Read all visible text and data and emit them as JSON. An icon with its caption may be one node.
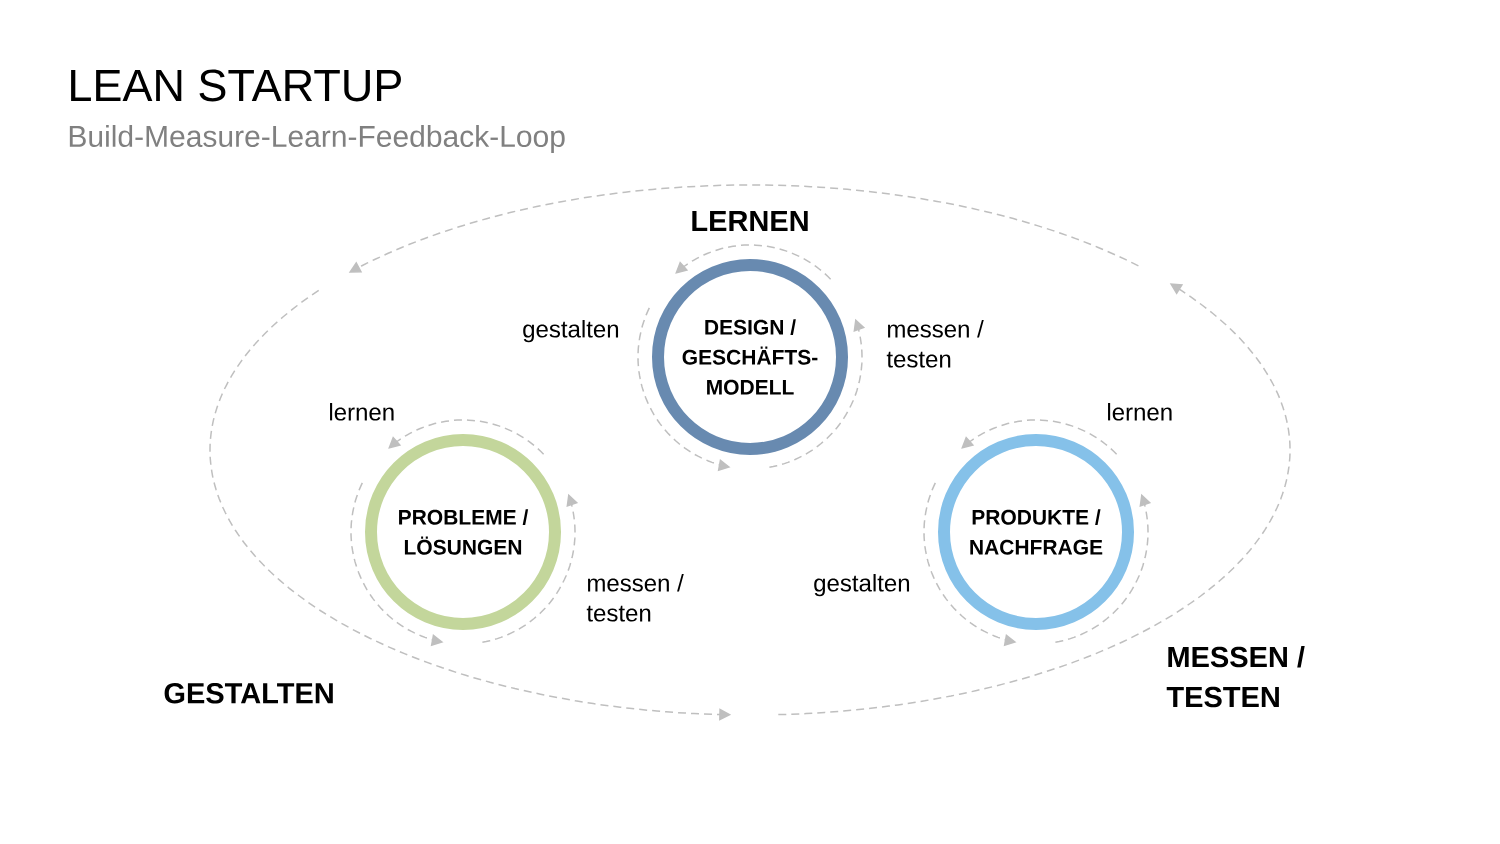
{
  "diagram": {
    "title": "LEAN STARTUP",
    "nodes": [
      {
        "text": [
          "DESIGN / GESCHÄFTS- MODELL"
        ],
        "beside": [
          "gestalten",
          "messen / testen"
        ]
      },
      {
        "text": [
          "PROBLEME / LÖSUNGEN"
        ],
        "beside": [
          "lernen",
          "messen / testen"
        ]
      },
      {
        "text": [
          "PRODUKTE / NACHFRAGE"
        ],
        "beside": [
          "lernen",
          "gestalten"
        ]
      }
    ],
    "labels": [
      "Build-Measure-Learn-Feedback-Loop",
      "LERNEN",
      "GESTALTEN",
      "MESSEN / TESTEN"
    ]
  }
}
